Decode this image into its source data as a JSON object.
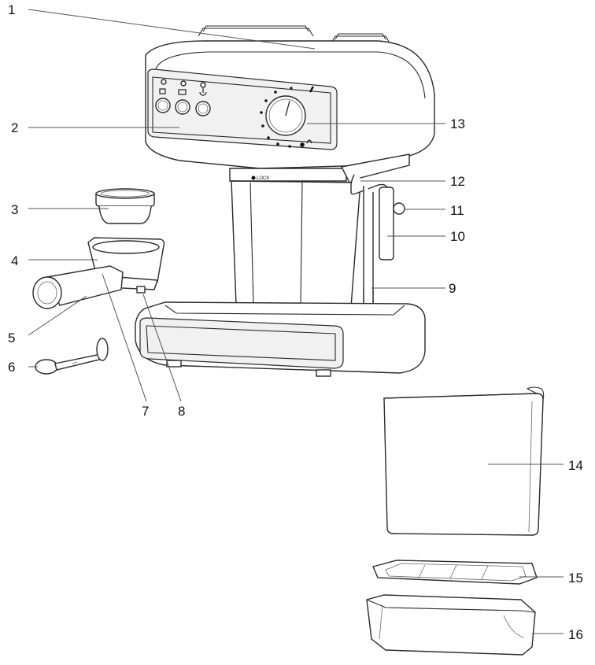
{
  "diagram": {
    "parts": [
      {
        "number": "1"
      },
      {
        "number": "2"
      },
      {
        "number": "3"
      },
      {
        "number": "4"
      },
      {
        "number": "5"
      },
      {
        "number": "6"
      },
      {
        "number": "7"
      },
      {
        "number": "8"
      },
      {
        "number": "9"
      },
      {
        "number": "10"
      },
      {
        "number": "11"
      },
      {
        "number": "12"
      },
      {
        "number": "13"
      },
      {
        "number": "14"
      },
      {
        "number": "15"
      },
      {
        "number": "16"
      }
    ],
    "lock_text": "LOCK"
  }
}
